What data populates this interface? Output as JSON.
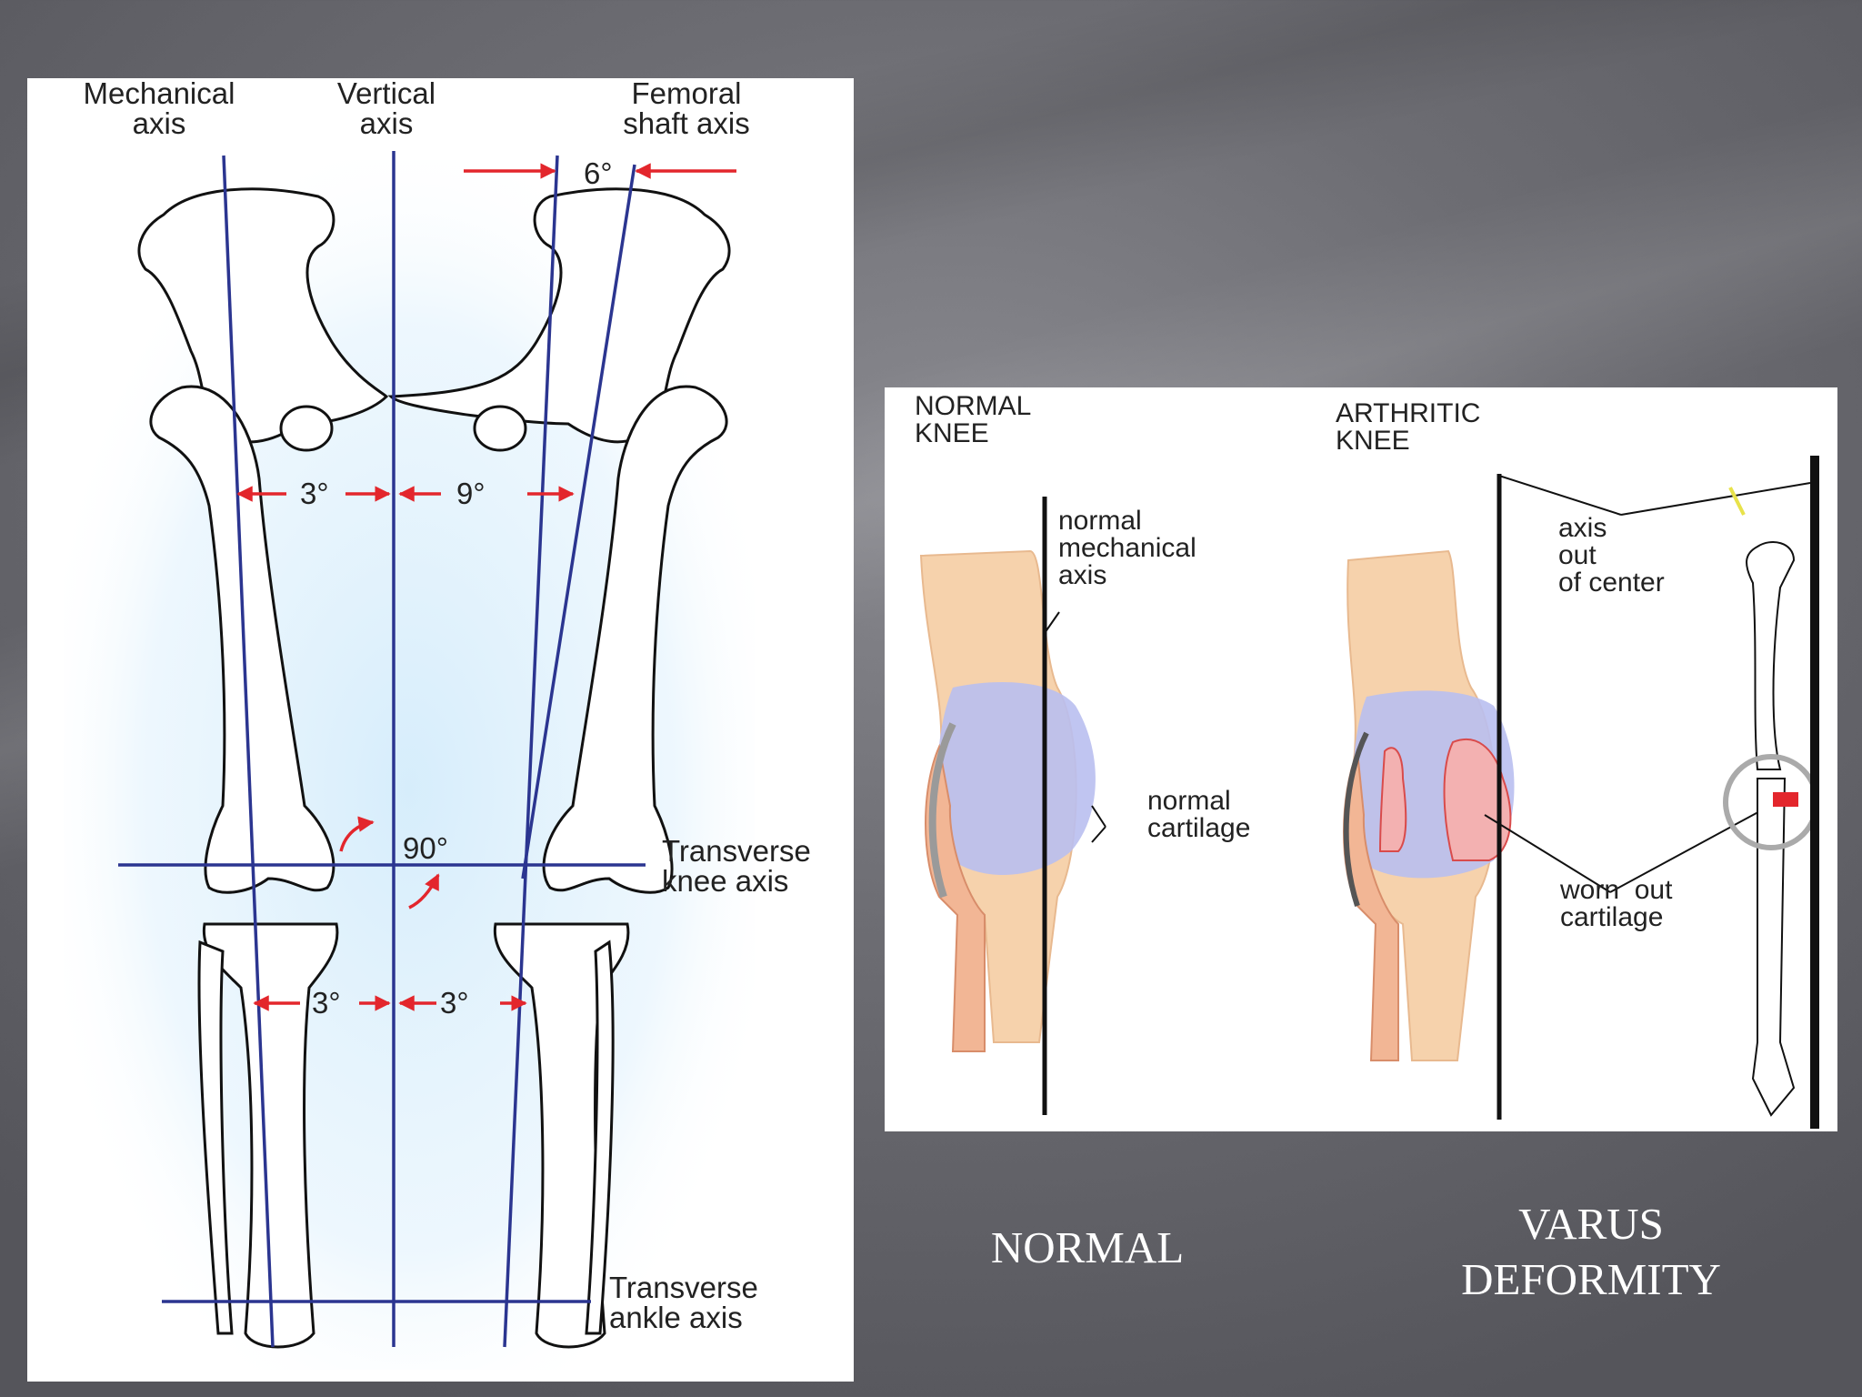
{
  "left_diagram": {
    "mechanical_axis": "Mechanical\naxis",
    "vertical_axis": "Vertical\naxis",
    "femoral_shaft_axis": "Femoral\nshaft axis",
    "angle_6": "6°",
    "angle_3_femur": "3°",
    "angle_9": "9°",
    "angle_90": "90°",
    "transverse_knee_axis": "Transverse\nknee axis",
    "angle_3_tibia_left": "3°",
    "angle_3_tibia_right": "3°",
    "transverse_ankle_axis": "Transverse\nankle axis"
  },
  "right_diagram": {
    "normal_knee": "NORMAL\nKNEE",
    "arthritic_knee": "ARTHRITIC\nKNEE",
    "normal_mechanical_axis": "normal\nmechanical\naxis",
    "normal_cartilage": "normal\ncartilage",
    "axis_out_of_center": "axis\nout\nof center",
    "worn_out_cartilage": "worn  out\ncartilage"
  },
  "captions": {
    "normal": "NORMAL",
    "varus": "VARUS\nDEFORMITY"
  },
  "colors": {
    "axis_line": "#2b3590",
    "arrow": "#e3262c",
    "cartilage": "#b9bff0",
    "bone": "#f6d2ac",
    "worn_cartilage": "#f3b1b1"
  }
}
